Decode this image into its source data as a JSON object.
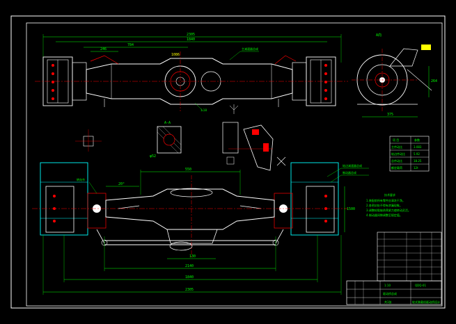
{
  "drawing": {
    "top_view": {
      "overall_width": "2305",
      "inner_width": "1840",
      "left_dim": "784",
      "left_dim_small": "246",
      "callout_right": "主减速器总成",
      "callout_center": "1:18",
      "center_label": "1086"
    },
    "side_view": {
      "label": "A向",
      "dim_bottom": "375",
      "dim_side": "264"
    },
    "section_a": {
      "label": "A-A",
      "dim": "φ52"
    },
    "front_view": {
      "overall_width": "2305",
      "inner_width": "1840",
      "track_dim": "2140",
      "wheel_dim": "1500",
      "callout_left": "转向节",
      "callout_right_1": "轮边减速器总成",
      "callout_right_2": "制动器总成",
      "angle_label": "20°",
      "center_dim": "550",
      "side_dim": "130"
    },
    "tech_notes": {
      "title": "技术要求",
      "lines": [
        "1.装配前所有零件应清洗干净。",
        "2.各密封处不得有渗漏现象。",
        "3.调整轮毂轴承预紧力使转动灵活。",
        "4.制动器间隙调整至规定值。"
      ]
    },
    "param_table": {
      "headers": [
        "项  目",
        "参数"
      ],
      "rows": [
        [
          "主传动比",
          "3.083"
        ],
        [
          "轮边传动比",
          "5.92"
        ],
        [
          "总传动比",
          "18.25"
        ],
        [
          "额定载荷",
          "12t"
        ]
      ]
    },
    "title_block": {
      "name": "驱动桥总成",
      "scale": "1:10",
      "drawing_no": "QDQ-01",
      "company": "轮式装载机驱动桥设计",
      "sheet": "共1张"
    }
  }
}
